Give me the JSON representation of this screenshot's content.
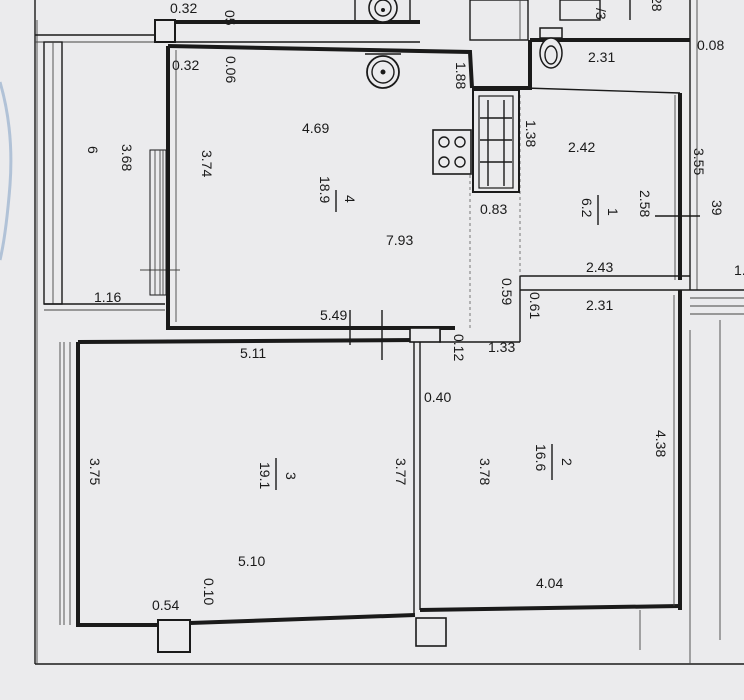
{
  "plan": {
    "labels": {
      "l_032_top": "0.32",
      "l_05": "05",
      "l_3_top": "/3",
      "l_28_top": "28",
      "l_032": "0.32",
      "l_006": "0.06",
      "l_188": "1.88",
      "l_231_top": "2.31",
      "l_008": "0.08",
      "l_469": "4.69",
      "l_138": "1.38",
      "l_242": "2.42",
      "l_368": "3.68",
      "l_6": "6",
      "l_374": "3.74",
      "l_4_189_num": "4",
      "l_4_189_den": "18.9",
      "l_083": "0.83",
      "l_1_62_num": "1",
      "l_1_62_den": "6.2",
      "l_258": "2.58",
      "l_355": "3.55",
      "l_39": "39",
      "l_793": "7.93",
      "l_243": "2.43",
      "l_1_right": "1.",
      "l_116": "1.16",
      "l_059": "0.59",
      "l_061": "0.61",
      "l_231_mid": "2.31",
      "l_549": "5.49",
      "l_511": "5.11",
      "l_012": "0.12",
      "l_133": "1.33",
      "l_040": "0.40",
      "l_438": "4.38",
      "l_375": "3.75",
      "l_3_191_num": "3",
      "l_3_191_den": "19.1",
      "l_377": "3.77",
      "l_378": "3.78",
      "l_2_166_num": "2",
      "l_2_166_den": "16.6",
      "l_510": "5.10",
      "l_404": "4.04",
      "l_054": "0.54",
      "l_010": "0.10"
    },
    "icons": [
      "sink-icon",
      "washbasin-icon",
      "toilet-icon",
      "stove-icon",
      "kitchen-counter-icon"
    ]
  }
}
